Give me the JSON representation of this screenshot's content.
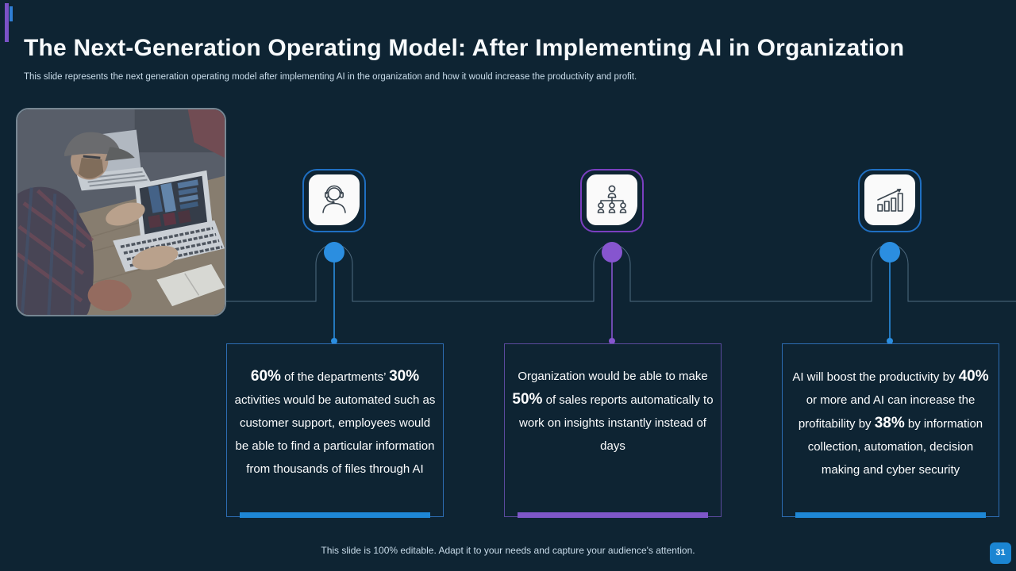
{
  "slide": {
    "title": "The Next-Generation Operating Model: After Implementing AI in Organization",
    "subtitle": "This slide represents the next generation operating model after implementing AI in the organization and how it would increase the productivity and profit.",
    "footer": "This slide is 100% editable. Adapt it to your needs and capture your audience's attention.",
    "page_number": "31"
  },
  "colors": {
    "background": "#0e2433",
    "accent_blue": "#1e87d5",
    "accent_purple": "#7e57c8",
    "node_blue": "#2b8ee0",
    "node_purple": "#8655cf",
    "box_border_blue": "#2d6db3",
    "box_border_purple": "#5b4a9e",
    "connector_line": "#4f6b80",
    "title_text": "#f7fafc",
    "badge_blue": "#1b85d2"
  },
  "image": {
    "label": "photo-people-working-on-laptops-at-desk"
  },
  "columns": [
    {
      "id": "customer-support",
      "icon": "headset-agent-icon",
      "accent": "blue",
      "accent_color": "#2b8ee0",
      "segments": [
        {
          "text": "60%",
          "bold": true
        },
        {
          "text": " of the departments’ ",
          "bold": false
        },
        {
          "text": "30%",
          "bold": true
        },
        {
          "text": " activities would be automated such as customer support, employees would be able to find a particular information from thousands of files through AI",
          "bold": false
        }
      ]
    },
    {
      "id": "sales-reports",
      "icon": "org-hierarchy-icon",
      "accent": "purple",
      "accent_color": "#8655cf",
      "segments": [
        {
          "text": "Organization would be able to make ",
          "bold": false
        },
        {
          "text": "50%",
          "bold": true
        },
        {
          "text": " of sales reports automatically to work on insights instantly instead of days",
          "bold": false
        }
      ]
    },
    {
      "id": "productivity-boost",
      "icon": "growth-chart-icon",
      "accent": "blue",
      "accent_color": "#2b8ee0",
      "segments": [
        {
          "text": "AI will boost the productivity by ",
          "bold": false
        },
        {
          "text": "40%",
          "bold": true
        },
        {
          "text": " or more and AI can increase the profitability by ",
          "bold": false
        },
        {
          "text": "38%",
          "bold": true
        },
        {
          "text": " by information collection, automation, decision making and cyber security",
          "bold": false
        }
      ]
    }
  ]
}
